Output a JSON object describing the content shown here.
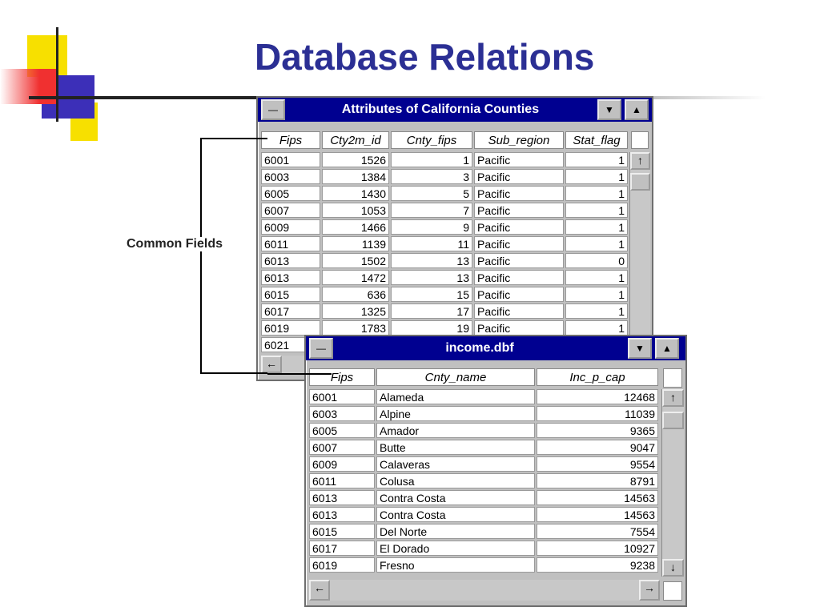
{
  "slide": {
    "title": "Database Relations",
    "annotation": "Common Fields"
  },
  "window1": {
    "title": "Attributes of California Counties",
    "headers": [
      "Fips",
      "Cty2m_id",
      "Cnty_fips",
      "Sub_region",
      "Stat_flag"
    ],
    "rows": [
      [
        "6001",
        "1526",
        "1",
        "Pacific",
        "1"
      ],
      [
        "6003",
        "1384",
        "3",
        "Pacific",
        "1"
      ],
      [
        "6005",
        "1430",
        "5",
        "Pacific",
        "1"
      ],
      [
        "6007",
        "1053",
        "7",
        "Pacific",
        "1"
      ],
      [
        "6009",
        "1466",
        "9",
        "Pacific",
        "1"
      ],
      [
        "6011",
        "1139",
        "11",
        "Pacific",
        "1"
      ],
      [
        "6013",
        "1502",
        "13",
        "Pacific",
        "0"
      ],
      [
        "6013",
        "1472",
        "13",
        "Pacific",
        "1"
      ],
      [
        "6015",
        "636",
        "15",
        "Pacific",
        "1"
      ],
      [
        "6017",
        "1325",
        "17",
        "Pacific",
        "1"
      ],
      [
        "6019",
        "1783",
        "19",
        "Pacific",
        "1"
      ],
      [
        "6021",
        "",
        "",
        "",
        ""
      ]
    ]
  },
  "window2": {
    "title": "income.dbf",
    "headers": [
      "Fips",
      "Cnty_name",
      "Inc_p_cap"
    ],
    "rows": [
      [
        "6001",
        "Alameda",
        "12468"
      ],
      [
        "6003",
        "Alpine",
        "11039"
      ],
      [
        "6005",
        "Amador",
        "9365"
      ],
      [
        "6007",
        "Butte",
        "9047"
      ],
      [
        "6009",
        "Calaveras",
        "9554"
      ],
      [
        "6011",
        "Colusa",
        "8791"
      ],
      [
        "6013",
        "Contra Costa",
        "14563"
      ],
      [
        "6013",
        "Contra Costa",
        "14563"
      ],
      [
        "6015",
        "Del Norte",
        "7554"
      ],
      [
        "6017",
        "El Dorado",
        "10927"
      ],
      [
        "6019",
        "Fresno",
        "9238"
      ]
    ]
  },
  "icons": {
    "menu": "—",
    "down": "▼",
    "up": "▲",
    "arrow_up": "↑",
    "arrow_down": "↓",
    "arrow_left": "←",
    "arrow_right": "→"
  },
  "colors": {
    "title": "#2b2f94",
    "titlebar": "#000090"
  }
}
